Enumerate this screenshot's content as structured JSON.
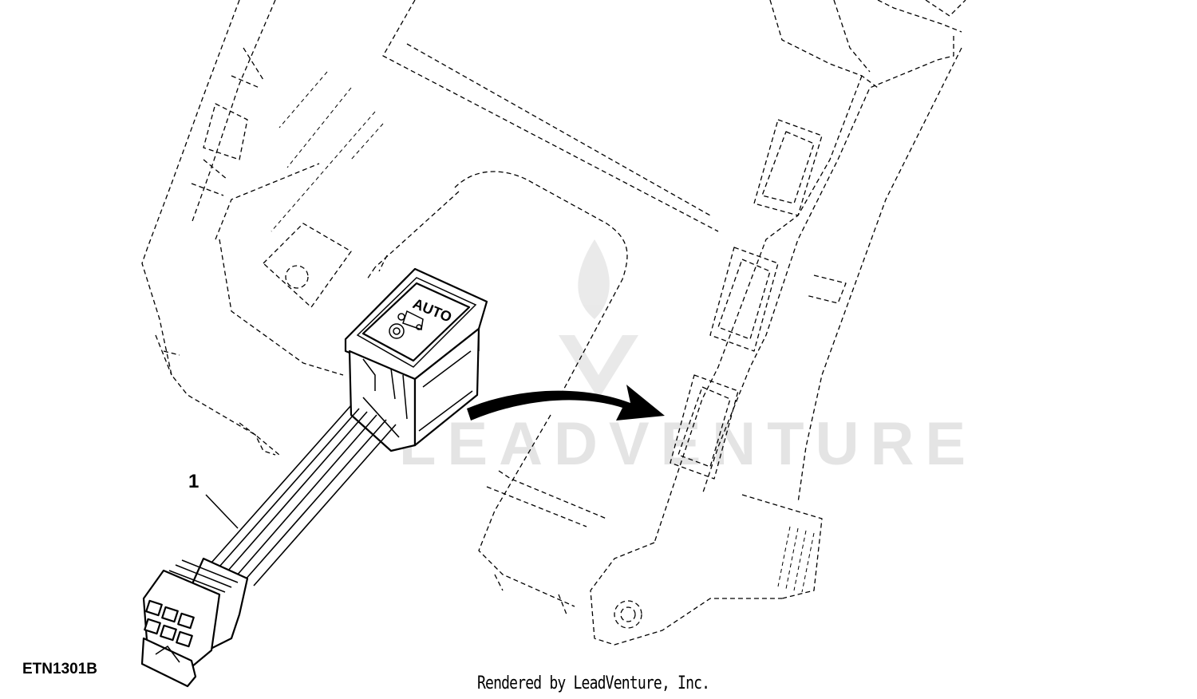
{
  "figure": {
    "id": "ETN1301B",
    "credit": "Rendered by LeadVenture, Inc.",
    "watermark": "LEADVENTURE"
  },
  "callouts": [
    {
      "number": "1"
    }
  ],
  "switch": {
    "label": "AUTO"
  }
}
